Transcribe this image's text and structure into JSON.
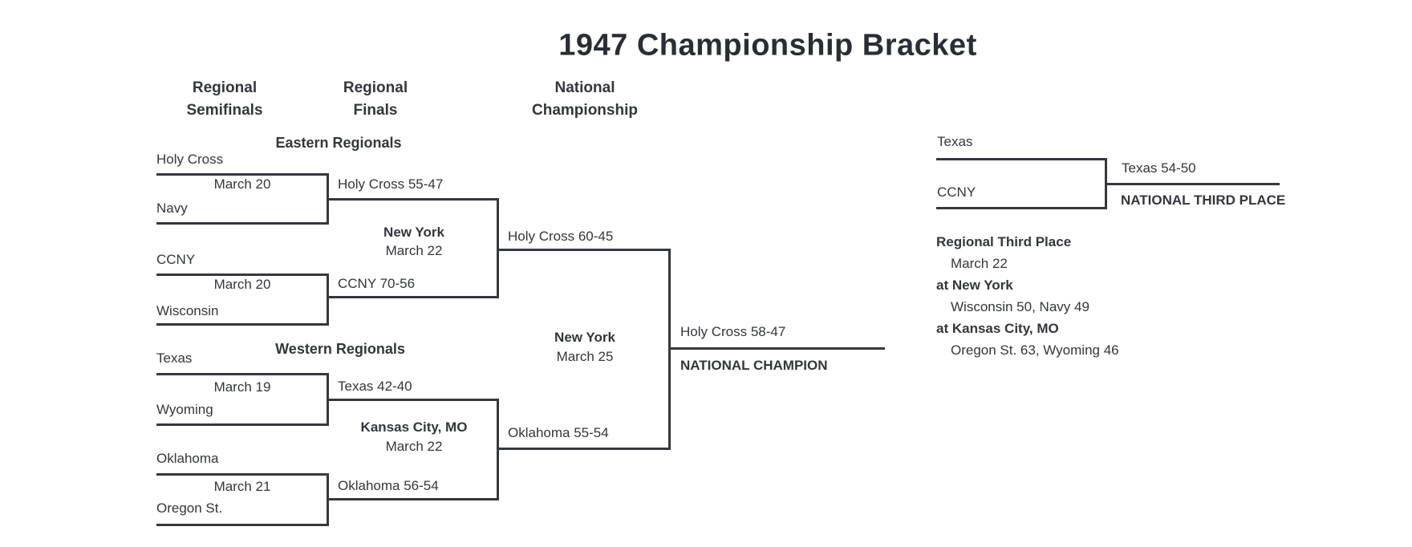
{
  "title": "1947 Championship Bracket",
  "column_headers": {
    "semifinals": {
      "line1": "Regional",
      "line2": "Semifinals"
    },
    "finals": {
      "line1": "Regional",
      "line2": "Finals"
    },
    "championship": {
      "line1": "National",
      "line2": "Championship"
    }
  },
  "east": {
    "header": "Eastern Regionals",
    "semifinal1": {
      "team_top": "Holy Cross",
      "team_bottom": "Navy",
      "date": "March 20",
      "winner": "Holy Cross 55-47"
    },
    "semifinal2": {
      "team_top": "CCNY",
      "team_bottom": "Wisconsin",
      "date": "March 20",
      "winner": "CCNY 70-56"
    },
    "final": {
      "site": "New York",
      "date": "March 22",
      "winner": "Holy Cross 60-45"
    }
  },
  "west": {
    "header": "Western Regionals",
    "semifinal1": {
      "team_top": "Texas",
      "team_bottom": "Wyoming",
      "date": "March 19",
      "winner": "Texas 42-40"
    },
    "semifinal2": {
      "team_top": "Oklahoma",
      "team_bottom": "Oregon St.",
      "date": "March 21",
      "winner": "Oklahoma 56-54"
    },
    "final": {
      "site": "Kansas City, MO",
      "date": "March 22",
      "winner": "Oklahoma 55-54"
    }
  },
  "championship": {
    "site": "New York",
    "date": "March 25",
    "winner": "Holy Cross 58-47",
    "caption": "NATIONAL CHAMPION"
  },
  "third_place": {
    "team_top": "Texas",
    "team_bottom": "CCNY",
    "winner": "Texas 54-50",
    "caption": "NATIONAL THIRD PLACE"
  },
  "regional_third_place": {
    "header": "Regional Third Place",
    "date": "March 22",
    "games": [
      {
        "site": "at New York",
        "score": "Wisconsin 50, Navy 49"
      },
      {
        "site": "at Kansas City, MO",
        "score": "Oregon St. 63, Wyoming 46"
      }
    ]
  },
  "colors": {
    "text": "#33363b",
    "line": "#35383c"
  }
}
